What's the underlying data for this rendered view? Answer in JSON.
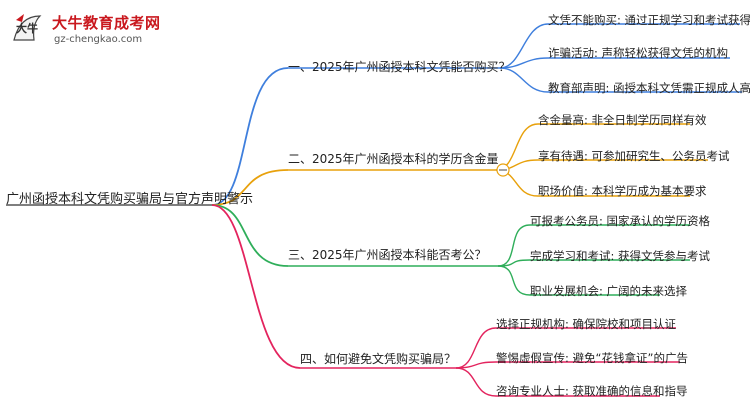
{
  "logo": {
    "title": "大牛教育成考网",
    "url": "gz-chengkao.com",
    "mark": "大牛"
  },
  "root": "广州函授本科文凭购买骗局与官方声明警示",
  "colors": {
    "b1": "#3f7fdd",
    "b2": "#e8a10c",
    "b3": "#2fae5a",
    "b4": "#e3245e"
  },
  "branches": [
    {
      "label": "一、2025年广州函授本科文凭能否购买？",
      "leaves": [
        "文凭不能购买: 通过正规学习和考试获得",
        "诈骗活动: 声称轻松获得文凭的机构",
        "教育部声明: 函授本科文凭需正规成人高考"
      ]
    },
    {
      "label": "二、2025年广州函授本科的学历含金量",
      "leaves": [
        "含金量高: 非全日制学历同样有效",
        "享有待遇: 可参加研究生、公务员考试",
        "职场价值: 本科学历成为基本要求"
      ]
    },
    {
      "label": "三、2025年广州函授本科能否考公？",
      "leaves": [
        "可报考公务员: 国家承认的学历资格",
        "完成学习和考试: 获得文凭参与考试",
        "职业发展机会: 广阔的未来选择"
      ]
    },
    {
      "label": "四、如何避免文凭购买骗局？",
      "leaves": [
        "选择正规机构: 确保院校和项目认证",
        "警惕虚假宣传: 避免“花钱拿证”的广告",
        "咨询专业人士: 获取准确的信息和指导"
      ]
    }
  ]
}
